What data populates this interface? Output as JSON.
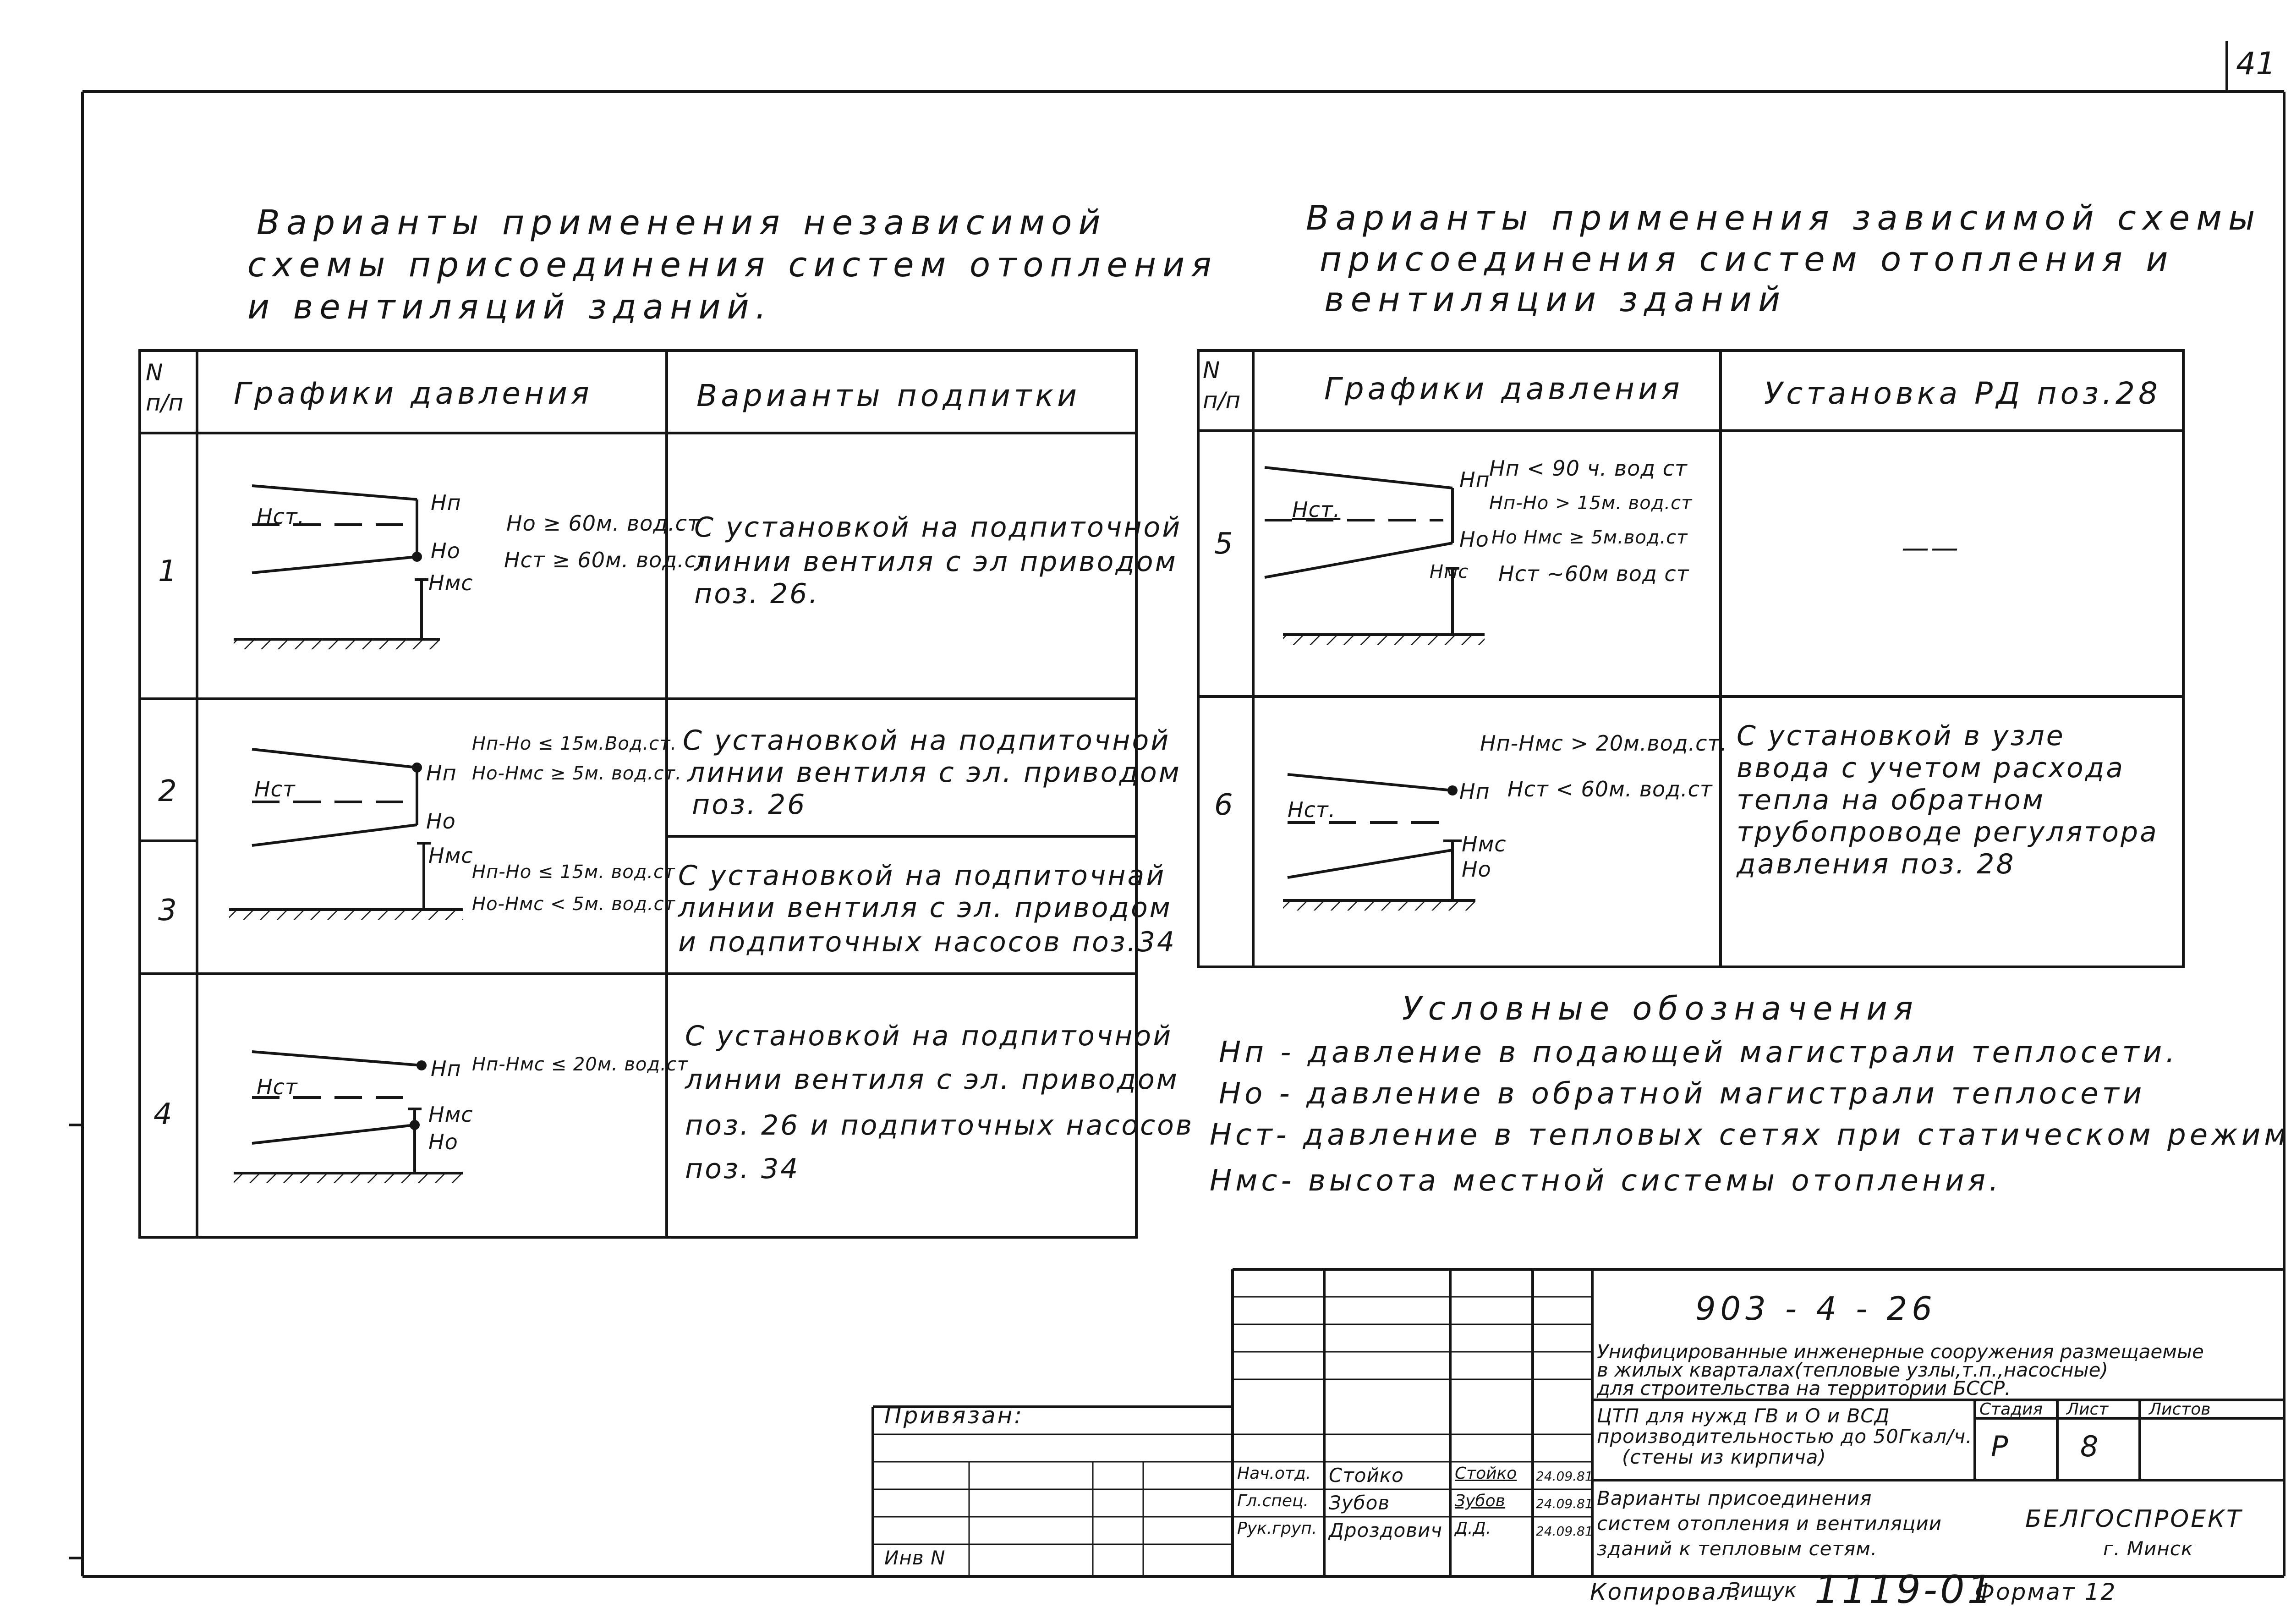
{
  "sheet_number": "41",
  "left_block": {
    "title_lines": [
      "Варианты применения  независимой",
      "схемы присоединения систем отопления",
      "и вентиляций зданий."
    ],
    "headers": {
      "num": "N\nп/п",
      "graphs": "Графики давления",
      "options": "Варианты подпитки"
    },
    "rows": [
      {
        "num": "1",
        "labels": {
          "hn": "Нп",
          "ho": "Но",
          "hms": "Нмс",
          "hst": "Нст."
        },
        "conditions": [
          "Но ≥ 60м. вод.ст",
          "Нст ≥ 60м. вод.ст"
        ],
        "option": [
          "С установкой на подпиточной",
          "линии вентиля с эл приводом",
          "поз. 26."
        ]
      },
      {
        "num": "2",
        "labels": {
          "hn": "Нп",
          "ho": "Но",
          "hms": "Нмс",
          "hst": "Нст"
        },
        "conditions": [
          "Нп-Но ≤ 15м.Вод.ст.",
          "Но-Нмс ≥ 5м. вод.ст."
        ],
        "option": [
          "С установкой на подпиточной",
          "линии вентиля с эл. приводом",
          "поз. 26"
        ]
      },
      {
        "num": "3",
        "conditions": [
          "Нп-Но ≤ 15м. вод.ст",
          "Но-Нмс < 5м. вод.ст"
        ],
        "option": [
          "С установкой на подпиточнай",
          "линии вентиля с эл. приводом",
          "и подпиточных насосов поз.34"
        ]
      },
      {
        "num": "4",
        "labels": {
          "hn": "Нп",
          "ho": "Но",
          "hms": "Нмс",
          "hst": "Нст"
        },
        "conditions": [
          "Нп-Нмс ≤ 20м. вод.ст"
        ],
        "option": [
          "С установкой на подпиточной",
          "линии вентиля с эл. приводом",
          "поз. 26 и подпиточных насосов",
          "поз. 34"
        ]
      }
    ]
  },
  "right_block": {
    "title_lines": [
      "Варианты применения зависимой схемы",
      "присоединения систем отопления и",
      "вентиляции зданий"
    ],
    "headers": {
      "num": "N\nп/п",
      "graphs": "Графики давления",
      "install": "Установка РД поз.28"
    },
    "rows": [
      {
        "num": "5",
        "labels": {
          "hn": "Нп",
          "ho": "Но",
          "hms": "Нмс",
          "hst": "Нст."
        },
        "conditions": [
          "Нп < 90 ч. вод ст",
          "Нп-Но > 15м. вод.ст",
          "Но Нмс ≥ 5м.вод.ст",
          "Нст ~60м вод ст"
        ],
        "install": [
          "——"
        ]
      },
      {
        "num": "6",
        "labels": {
          "hn": "Нп",
          "ho": "Но",
          "hms": "Нмс",
          "hst": "Нст."
        },
        "conditions": [
          "Нп-Нмс > 20м.вод.ст.",
          "Нст < 60м. вод.ст"
        ],
        "install": [
          "С установкой в узле",
          "ввода с учетом расхода",
          "тепла на обратном",
          "трубопроводе регулятора",
          "давления поз. 28"
        ]
      }
    ]
  },
  "legend": {
    "title": "Условные обозначения",
    "items": [
      "Нп - давление в подающей магистрали теплосети.",
      "Но - давление в обратной магистрали теплосети",
      "Нст- давление в тепловых сетях при статическом режиме",
      "Нмс- высота местной системы отопления."
    ]
  },
  "title_block": {
    "project_code": "903 - 4 - 26",
    "project_title": [
      "Унифицированные инженерные сооружения размещаемые",
      "в жилых кварталах(тепловые узлы,т.п.,насосные)",
      "для строительства на территории БССР."
    ],
    "object_title": [
      "ЦТП для нужд ГВ и О и ВСД",
      "производительностью до 50Гкал/ч.",
      "(стены из кирпича)"
    ],
    "stage_label": "Стадия",
    "sheet_label": "Лист",
    "sheets_label": "Листов",
    "stage": "Р",
    "sheet": "8",
    "drawing_title": [
      "Варианты присоединения",
      "систем отопления и вентиляции",
      "зданий к тепловым сетям."
    ],
    "org": "БЕЛГОСПРОЕКТ",
    "city": "г. Минск",
    "bound_label": "Привязан:",
    "inv_label": "Инв N",
    "staff": [
      {
        "role": "Нач.отд.",
        "name": "Стойко",
        "sign": "Стойко",
        "date": "24.09.81"
      },
      {
        "role": "Гл.спец.",
        "name": "Зубов",
        "sign": "Зубов",
        "date": "24.09.81"
      },
      {
        "role": "Рук.груп.",
        "name": "Дроздович",
        "sign": "Д.Д.",
        "date": "24.09.81"
      }
    ],
    "copied": "Копировал.",
    "copier": "Зищук",
    "copy_number": "1119-01",
    "format": "Формат 12"
  }
}
